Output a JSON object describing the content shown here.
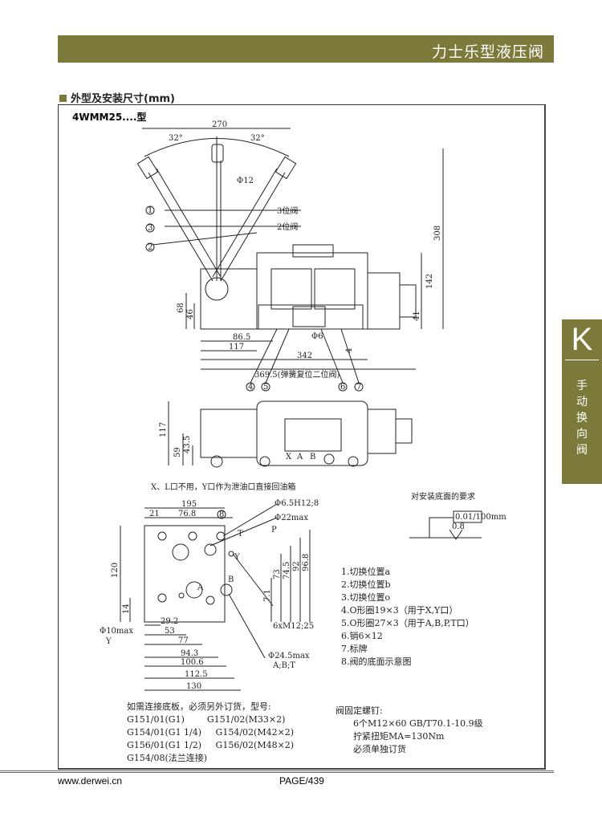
{
  "header": {
    "title": "力士乐型液压阀"
  },
  "section": {
    "title": "外型及安装尺寸(mm)",
    "model": "4WMM25....型"
  },
  "side_tab": {
    "letter": "K",
    "label": "手动换向阀"
  },
  "top_view": {
    "d270": "270",
    "a1": "32°",
    "a2": "32°",
    "phi12": "Φ12",
    "v3": "3位阀",
    "v2": "2位阀",
    "d308": "308",
    "d142": "142",
    "d68": "68",
    "d46": "46",
    "d86": "86.5",
    "d117": "117",
    "d342": "342",
    "d369": "369.5(弹簧复位二位阀)",
    "phi6": "Φ6",
    "d4": "4",
    "d41": "41",
    "c1": "1",
    "c2": "2",
    "c3": "3",
    "c4": "4",
    "c5": "5",
    "c6": "6",
    "c7": "7"
  },
  "side_view": {
    "d117": "117",
    "d59": "59",
    "d435": "43.5",
    "x": "X",
    "a": "A",
    "b": "B",
    "note": "X、L口不用，Y口作为泄油口直接回油箱"
  },
  "base": {
    "d195": "195",
    "d21": "21",
    "d768": "76.8",
    "c8": "8",
    "phi65": "Φ6.5H12;8",
    "phi22": "Φ22max",
    "p": "P",
    "t": "T",
    "y": "Y",
    "a": "A",
    "b": "B",
    "d120": "120",
    "d14": "14",
    "d73": "73",
    "d745": "74.5",
    "d92": "92",
    "d968": "96.8",
    "d71": "7.1",
    "d292": "29.2",
    "d53": "53",
    "d77": "77",
    "d943": "94.3",
    "d1006": "100.6",
    "d1125": "112.5",
    "d130": "130",
    "phi10": "Φ10max",
    "y2": "Y",
    "m12": "6xM12;25",
    "phi245": "Φ24.5max",
    "abt": "A;B;T"
  },
  "surface": {
    "title": "对安装底面的要求",
    "tol": "0.01/100mm",
    "rough": "0.8"
  },
  "legend": [
    "1.切换位置a",
    "2.切换位置b",
    "3.切换位置o",
    "4.O形圈19×3（用于X,Y口）",
    "5.O形圈27×3（用于A,B,P,T口）",
    "6.销6×12",
    "7.标牌",
    "8.阀的底面示意图"
  ],
  "order": {
    "title": "如需连接底板，必须另外订货，型号:",
    "rows": [
      "G151/01(G1)        G151/02(M33×2)",
      "G154/01(G1 1/4)     G154/02(M42×2)",
      "G156/01(G1 1/2)     G156/02(M48×2)",
      "G154/08(法兰连接)"
    ]
  },
  "bolts": {
    "title": "阀固定螺钉:",
    "lines": [
      "6个M12×60 GB/T70.1-10.9级",
      "拧紧扭矩MA=130Nm",
      "必须单独订货"
    ]
  },
  "footer": {
    "url": "www.derwei.cn",
    "page": "PAGE/439"
  }
}
